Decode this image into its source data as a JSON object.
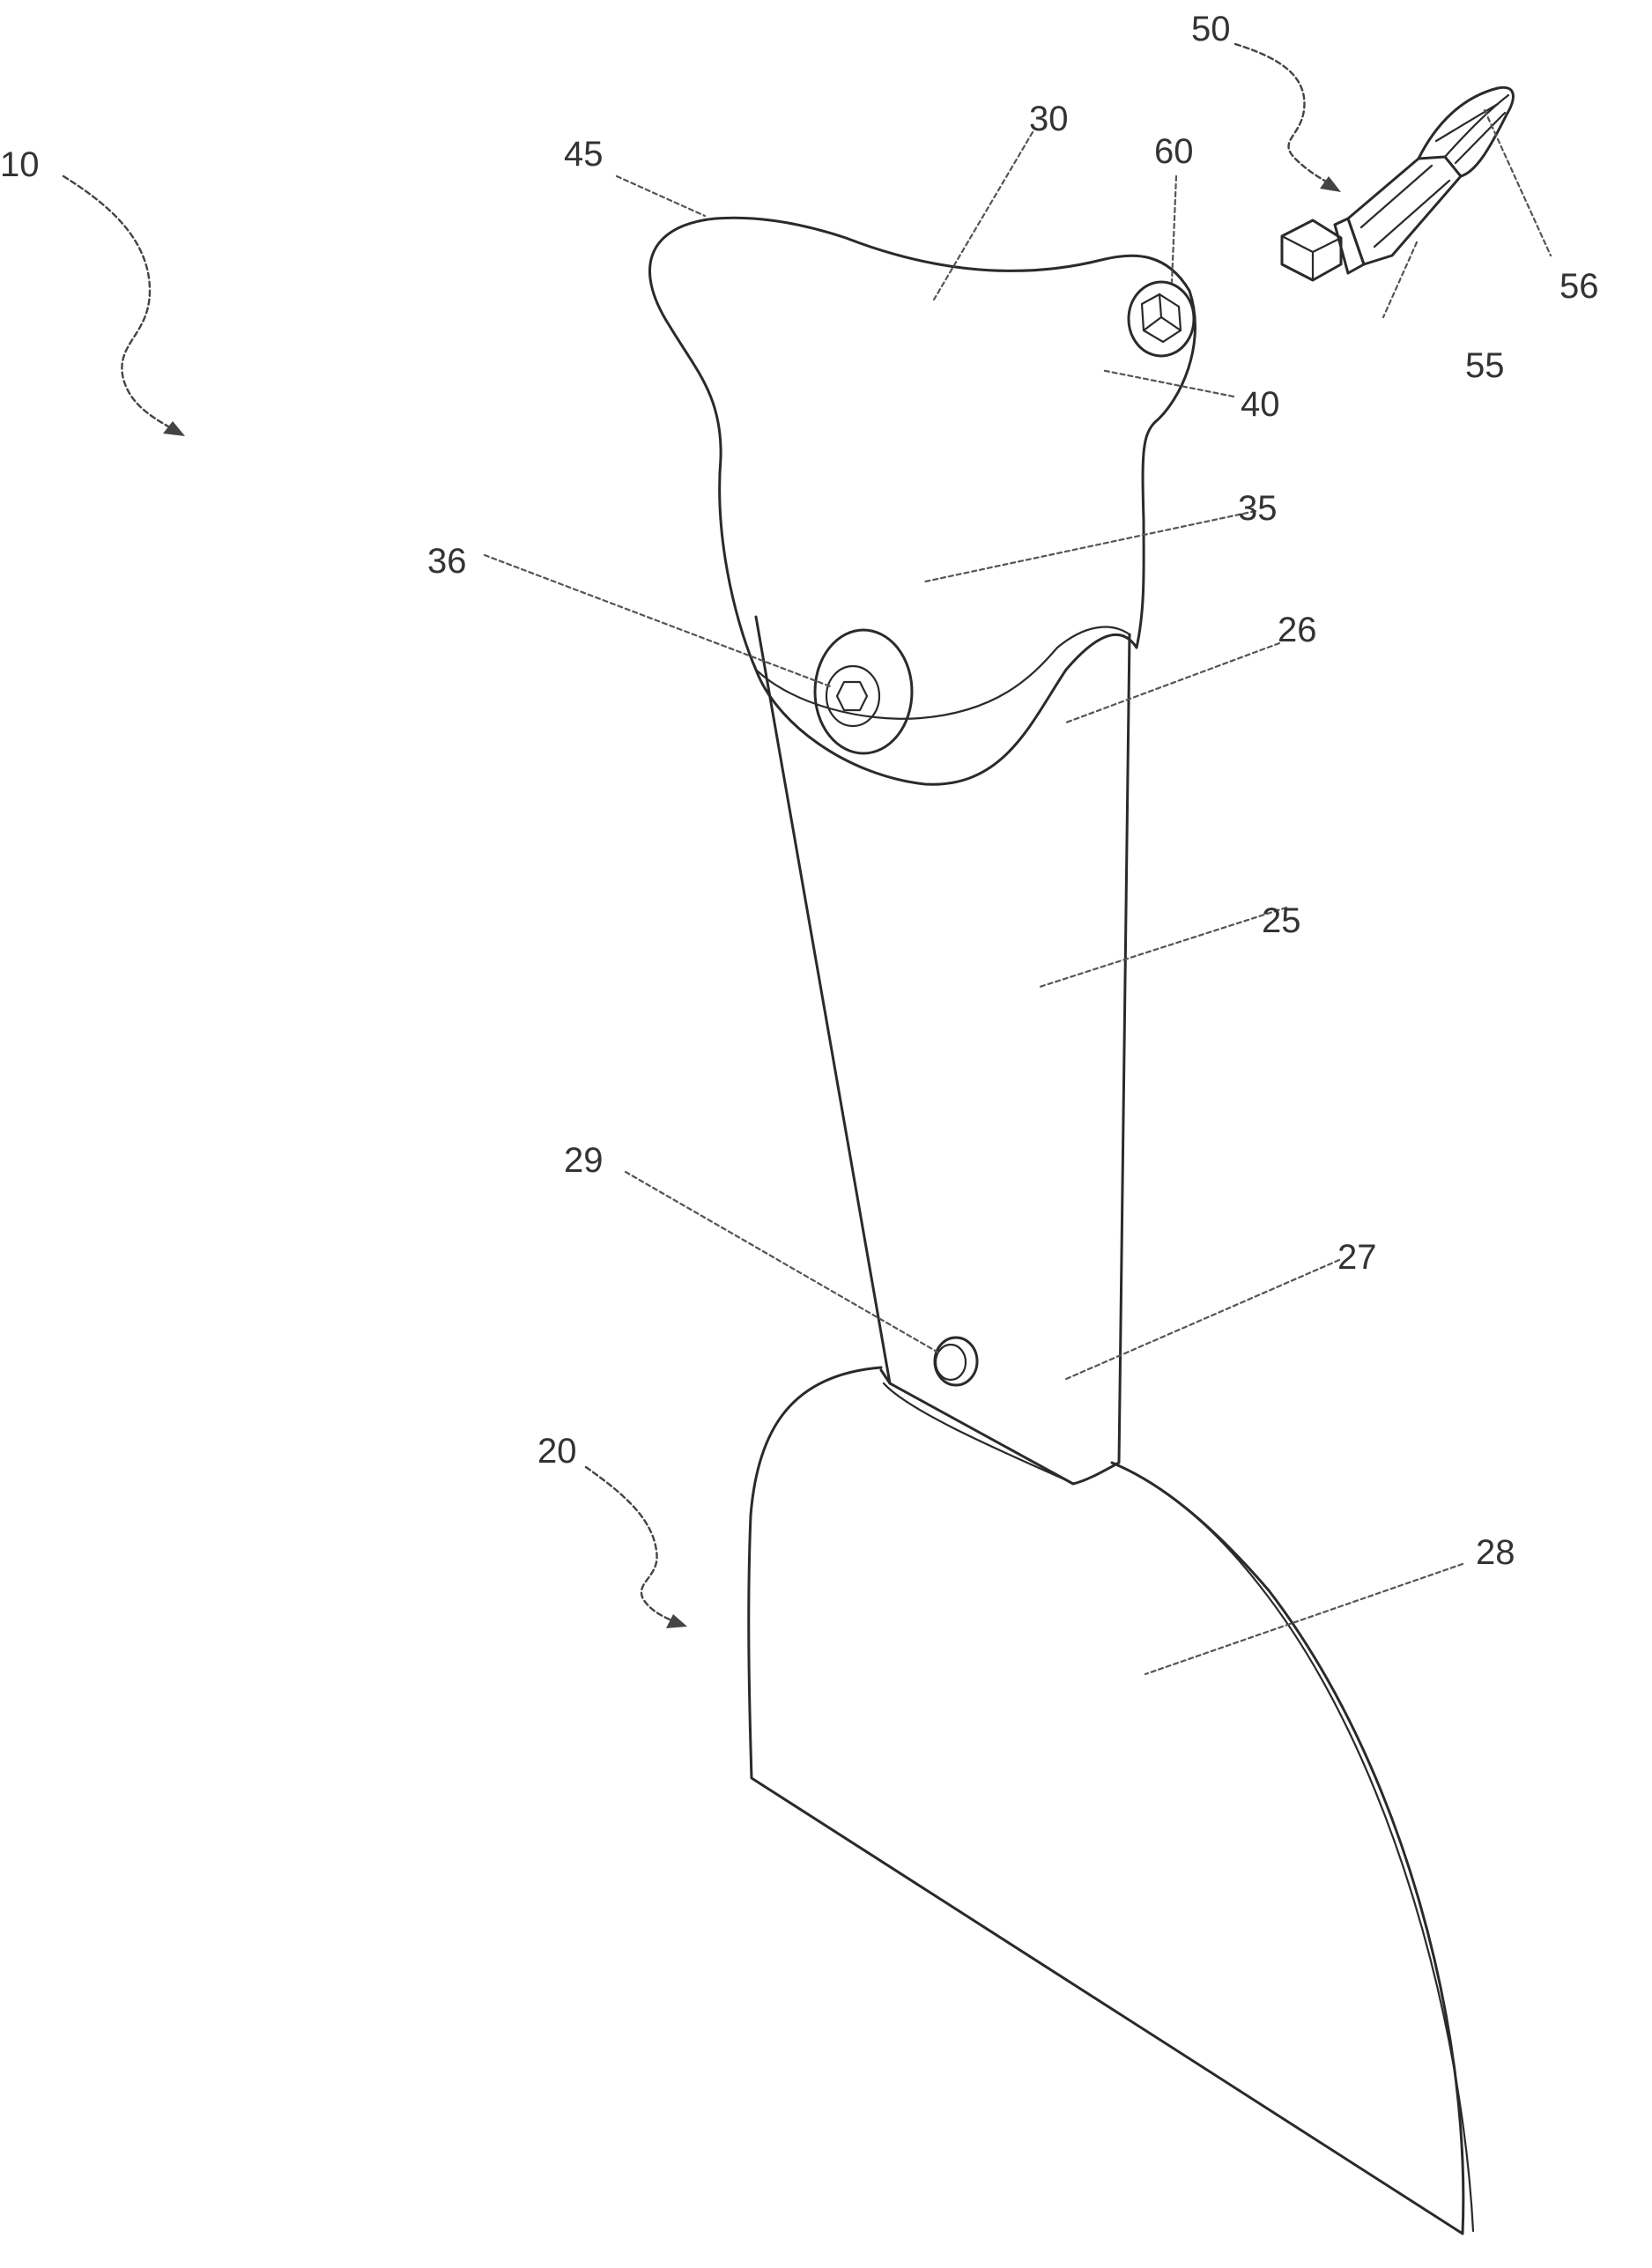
{
  "labels": {
    "l10": "10",
    "l20": "20",
    "l25": "25",
    "l26": "26",
    "l27": "27",
    "l28": "28",
    "l29": "29",
    "l30": "30",
    "l35": "35",
    "l36": "36",
    "l40": "40",
    "l45": "45",
    "l50": "50",
    "l55": "55",
    "l56": "56",
    "l60": "60"
  }
}
